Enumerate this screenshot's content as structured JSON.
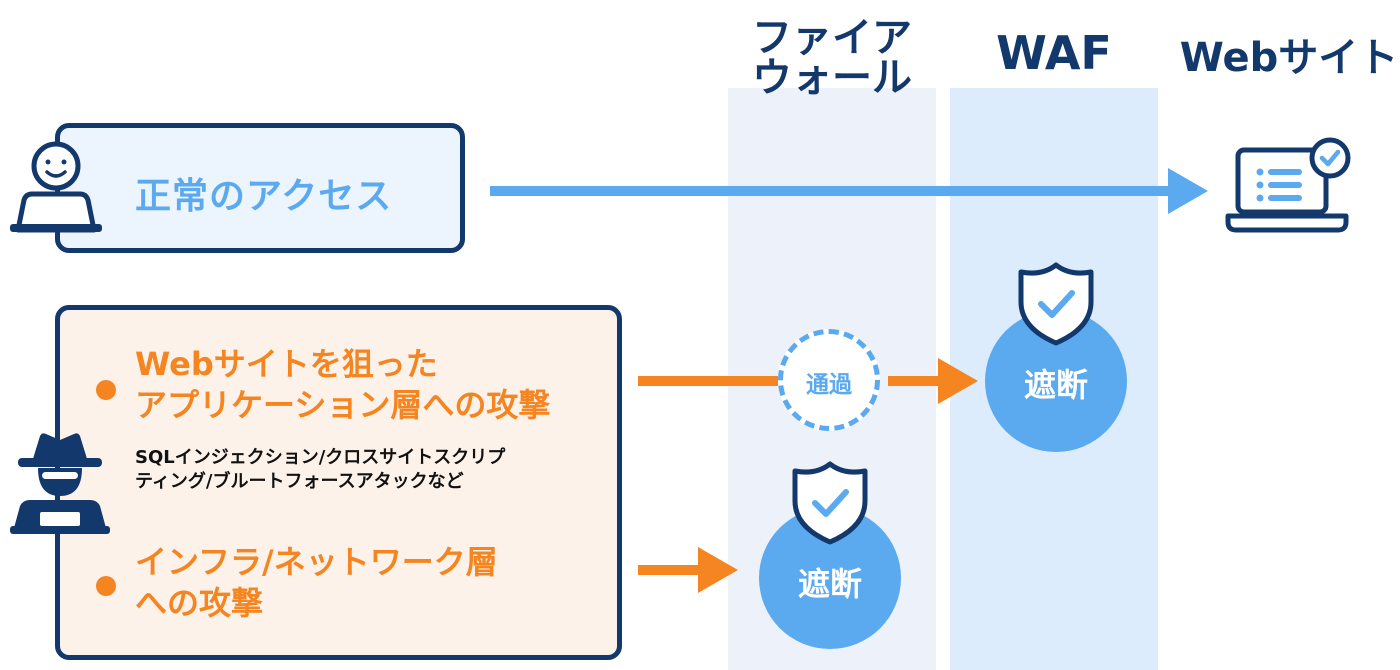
{
  "columns": {
    "firewall": {
      "line1": "ファイア",
      "line2": "ウォール"
    },
    "waf": "WAF",
    "website": "Webサイト"
  },
  "normal": {
    "label": "正常のアクセス"
  },
  "attack": {
    "app_title_line1": "Webサイトを狙った",
    "app_title_line2": "アプリケーション層への攻撃",
    "app_detail_line1": "SQLインジェクション/クロスサイトスクリプ",
    "app_detail_line2": "ティング/ブルートフォースアタックなど",
    "infra_title_line1": "インフラ/ネットワーク層",
    "infra_title_line2": "への攻撃"
  },
  "results": {
    "pass": "通過",
    "waf_block": "遮断",
    "fw_block": "遮断"
  },
  "colors": {
    "navy": "#13386b",
    "blue": "#5ba9ef",
    "orange": "#f48521",
    "firewall_bg": "#edf1fa",
    "waf_bg": "#ddecfc"
  },
  "icons": [
    "user-icon",
    "hacker-icon",
    "website-laptop-icon",
    "shield-check-icon"
  ]
}
